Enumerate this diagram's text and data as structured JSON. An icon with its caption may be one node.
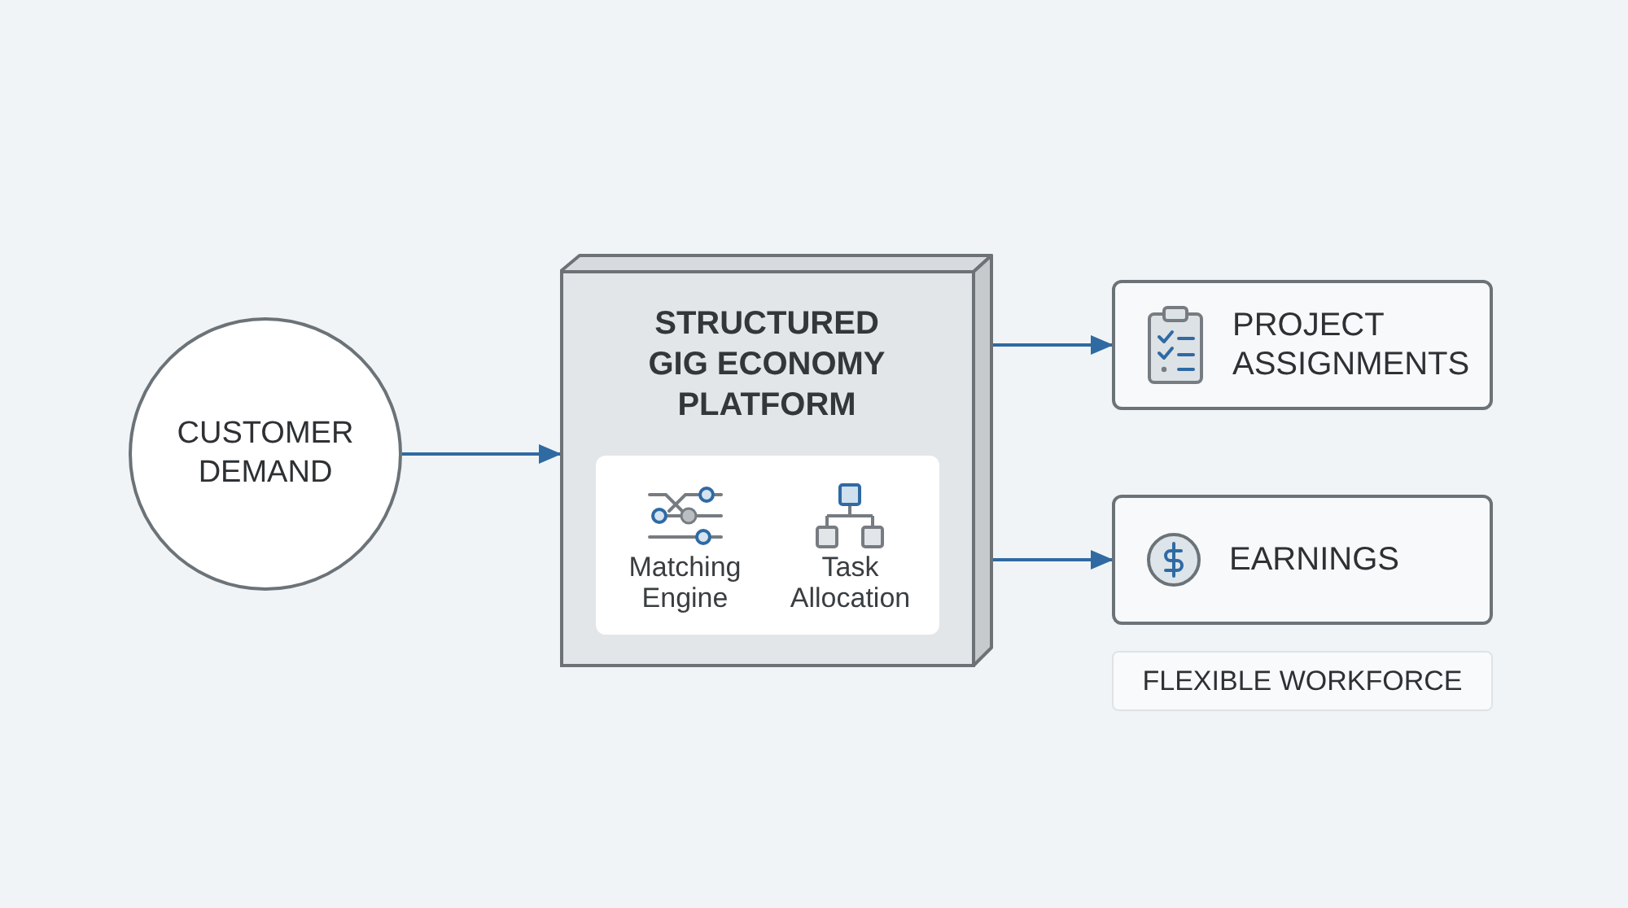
{
  "diagram": {
    "nodes": [
      {
        "text": [
          "CUSTOMER DEMAND"
        ]
      },
      {
        "text": [
          "STRUCTURED GIG ECONOMY PLATFORM"
        ]
      },
      {
        "text": [
          "Matching Engine",
          "Task Allocation"
        ],
        "in": 1
      },
      {
        "text": [
          "PROJECT ASSIGNMENTS"
        ]
      },
      {
        "text": [
          "EARNINGS"
        ]
      },
      {
        "text": [
          "FLEXIBLE WORKFORCE"
        ]
      }
    ],
    "edges": [
      {
        "from": 0,
        "to": 1,
        "arrow": "to"
      },
      {
        "from": 1,
        "to": 3,
        "arrow": "to"
      },
      {
        "from": 1,
        "to": 4,
        "arrow": "to"
      }
    ]
  }
}
